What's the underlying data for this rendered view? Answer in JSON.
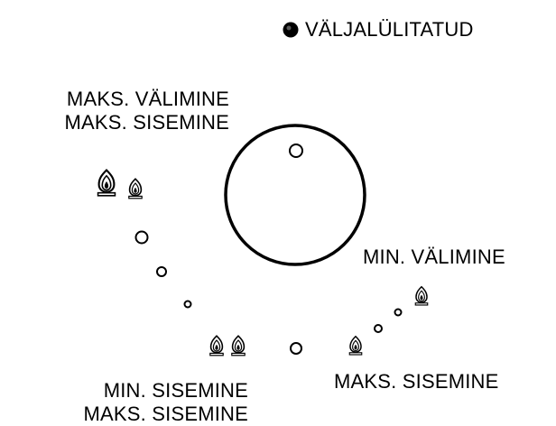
{
  "labels": {
    "off": "VÄLJALÜLITATUD",
    "max_outer_inner": {
      "line1": "MAKS. VÄLIMINE",
      "line2": "MAKS. SISEMINE"
    },
    "min_outer": "MIN. VÄLIMINE",
    "max_inner": "MAKS. SISEMINE",
    "min_inner_max_inner": {
      "line1": "MIN. SISEMINE",
      "line2": "MAKS. SISEMINE"
    }
  },
  "icons": {
    "off_position": "filled-circle-icon",
    "flame": "flame-icon"
  },
  "colors": {
    "line": "#000000",
    "background": "#ffffff"
  }
}
